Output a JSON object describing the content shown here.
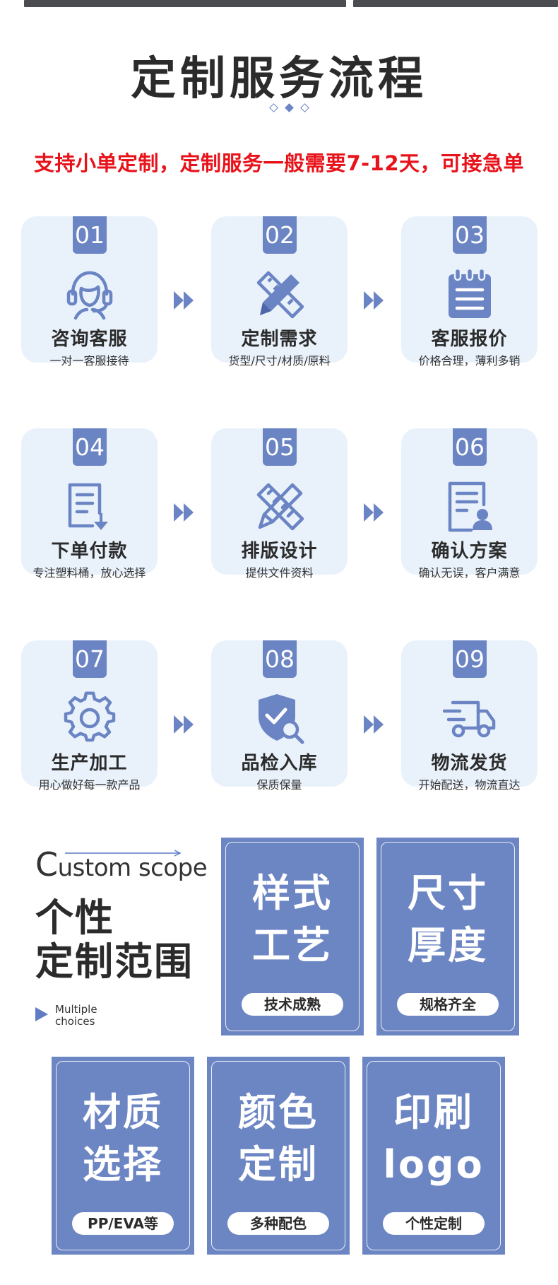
{
  "header": {
    "title": "定制服务流程",
    "subtitle": "支持小单定制，定制服务一般需要7-12天，可接急单"
  },
  "steps": [
    {
      "num": "01",
      "name": "咨询客服",
      "desc": "一对一客服接待",
      "icon": "customer-service-headset-icon"
    },
    {
      "num": "02",
      "name": "定制需求",
      "desc": "货型/尺寸/材质/原料",
      "icon": "pencil-ruler-icon"
    },
    {
      "num": "03",
      "name": "客服报价",
      "desc": "价格合理，薄利多销",
      "icon": "notepad-icon"
    },
    {
      "num": "04",
      "name": "下单付款",
      "desc": "专注塑料桶，放心选择",
      "icon": "order-download-icon"
    },
    {
      "num": "05",
      "name": "排版设计",
      "desc": "提供文件资料",
      "icon": "design-tools-icon"
    },
    {
      "num": "06",
      "name": "确认方案",
      "desc": "确认无误，客户满意",
      "icon": "document-user-icon"
    },
    {
      "num": "07",
      "name": "生产加工",
      "desc": "用心做好每一款产品",
      "icon": "gear-icon"
    },
    {
      "num": "08",
      "name": "品检入库",
      "desc": "保质保量",
      "icon": "shield-search-icon"
    },
    {
      "num": "09",
      "name": "物流发货",
      "desc": "开始配送，物流直达",
      "icon": "delivery-truck-icon"
    }
  ],
  "scope": {
    "english_first": "C",
    "english_rest": "ustom scope",
    "title_line1": "个性",
    "title_line2": "定制范围",
    "multi_line1": "Multiple",
    "multi_line2": "choices"
  },
  "options": [
    {
      "line1": "样式",
      "line2": "工艺",
      "pill": "技术成熟"
    },
    {
      "line1": "尺寸",
      "line2": "厚度",
      "pill": "规格齐全"
    },
    {
      "line1": "材质",
      "line2": "选择",
      "pill": "PP/EVA等"
    },
    {
      "line1": "颜色",
      "line2": "定制",
      "pill": "多种配色"
    },
    {
      "line1": "印刷",
      "line2": "logo",
      "pill": "个性定制"
    }
  ],
  "colors": {
    "accent": "#6b84c3",
    "card_bg": "#e9f2fb",
    "subtitle_red": "#e8121a",
    "title_dark": "#2b2b2b"
  }
}
